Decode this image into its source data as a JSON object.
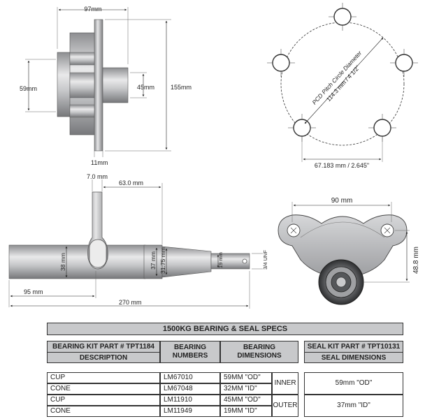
{
  "dimensions": {
    "hub_width": "97mm",
    "hub_diameter_large": "155mm",
    "hub_diameter_small": "59mm",
    "hub_bore": "45mm",
    "flange_thickness": "11mm",
    "pcd_label": "PCD Pitch Circle Diameter",
    "pcd_value": "114.3 mm / 4 1/2\"",
    "stud_spacing": "67.183 mm / 2.645\"",
    "axle_plate_width": "7.0 mm",
    "axle_plate_offset": "63.0 mm",
    "axle_diameter": "38 mm",
    "spindle_inner": "37 mm",
    "spindle_mid": "31.75 mm",
    "spindle_outer": "19 mm",
    "thread": "3/4 UNF",
    "shaft_length": "95 mm",
    "total_length": "270 mm",
    "bracket_width": "90 mm",
    "bracket_height": "48.8 mm"
  },
  "table": {
    "title": "1500KG BEARING & SEAL SPECS",
    "bearing_header_1": "BEARING KIT PART # TPT1184",
    "bearing_header_2": "DESCRIPTION",
    "numbers_header": "BEARING NUMBERS",
    "dims_header": "BEARING DIMENSIONS",
    "seal_header_1": "SEAL KIT PART # TPT10131",
    "seal_header_2": "SEAL DIMENSIONS",
    "rows": [
      {
        "desc": "CUP",
        "number": "LM67010",
        "dim": "59MM \"OD\""
      },
      {
        "desc": "CONE",
        "number": "LM67048",
        "dim": "32MM \"ID\""
      },
      {
        "desc": "CUP",
        "number": "LM11910",
        "dim": "45MM \"OD\""
      },
      {
        "desc": "CONE",
        "number": "LM11949",
        "dim": "19MM \"ID\""
      }
    ],
    "inner_label": "INNER",
    "outer_label": "OUTER",
    "seal_inner": "59mm \"OD\"",
    "seal_outer": "37mm \"ID\""
  }
}
